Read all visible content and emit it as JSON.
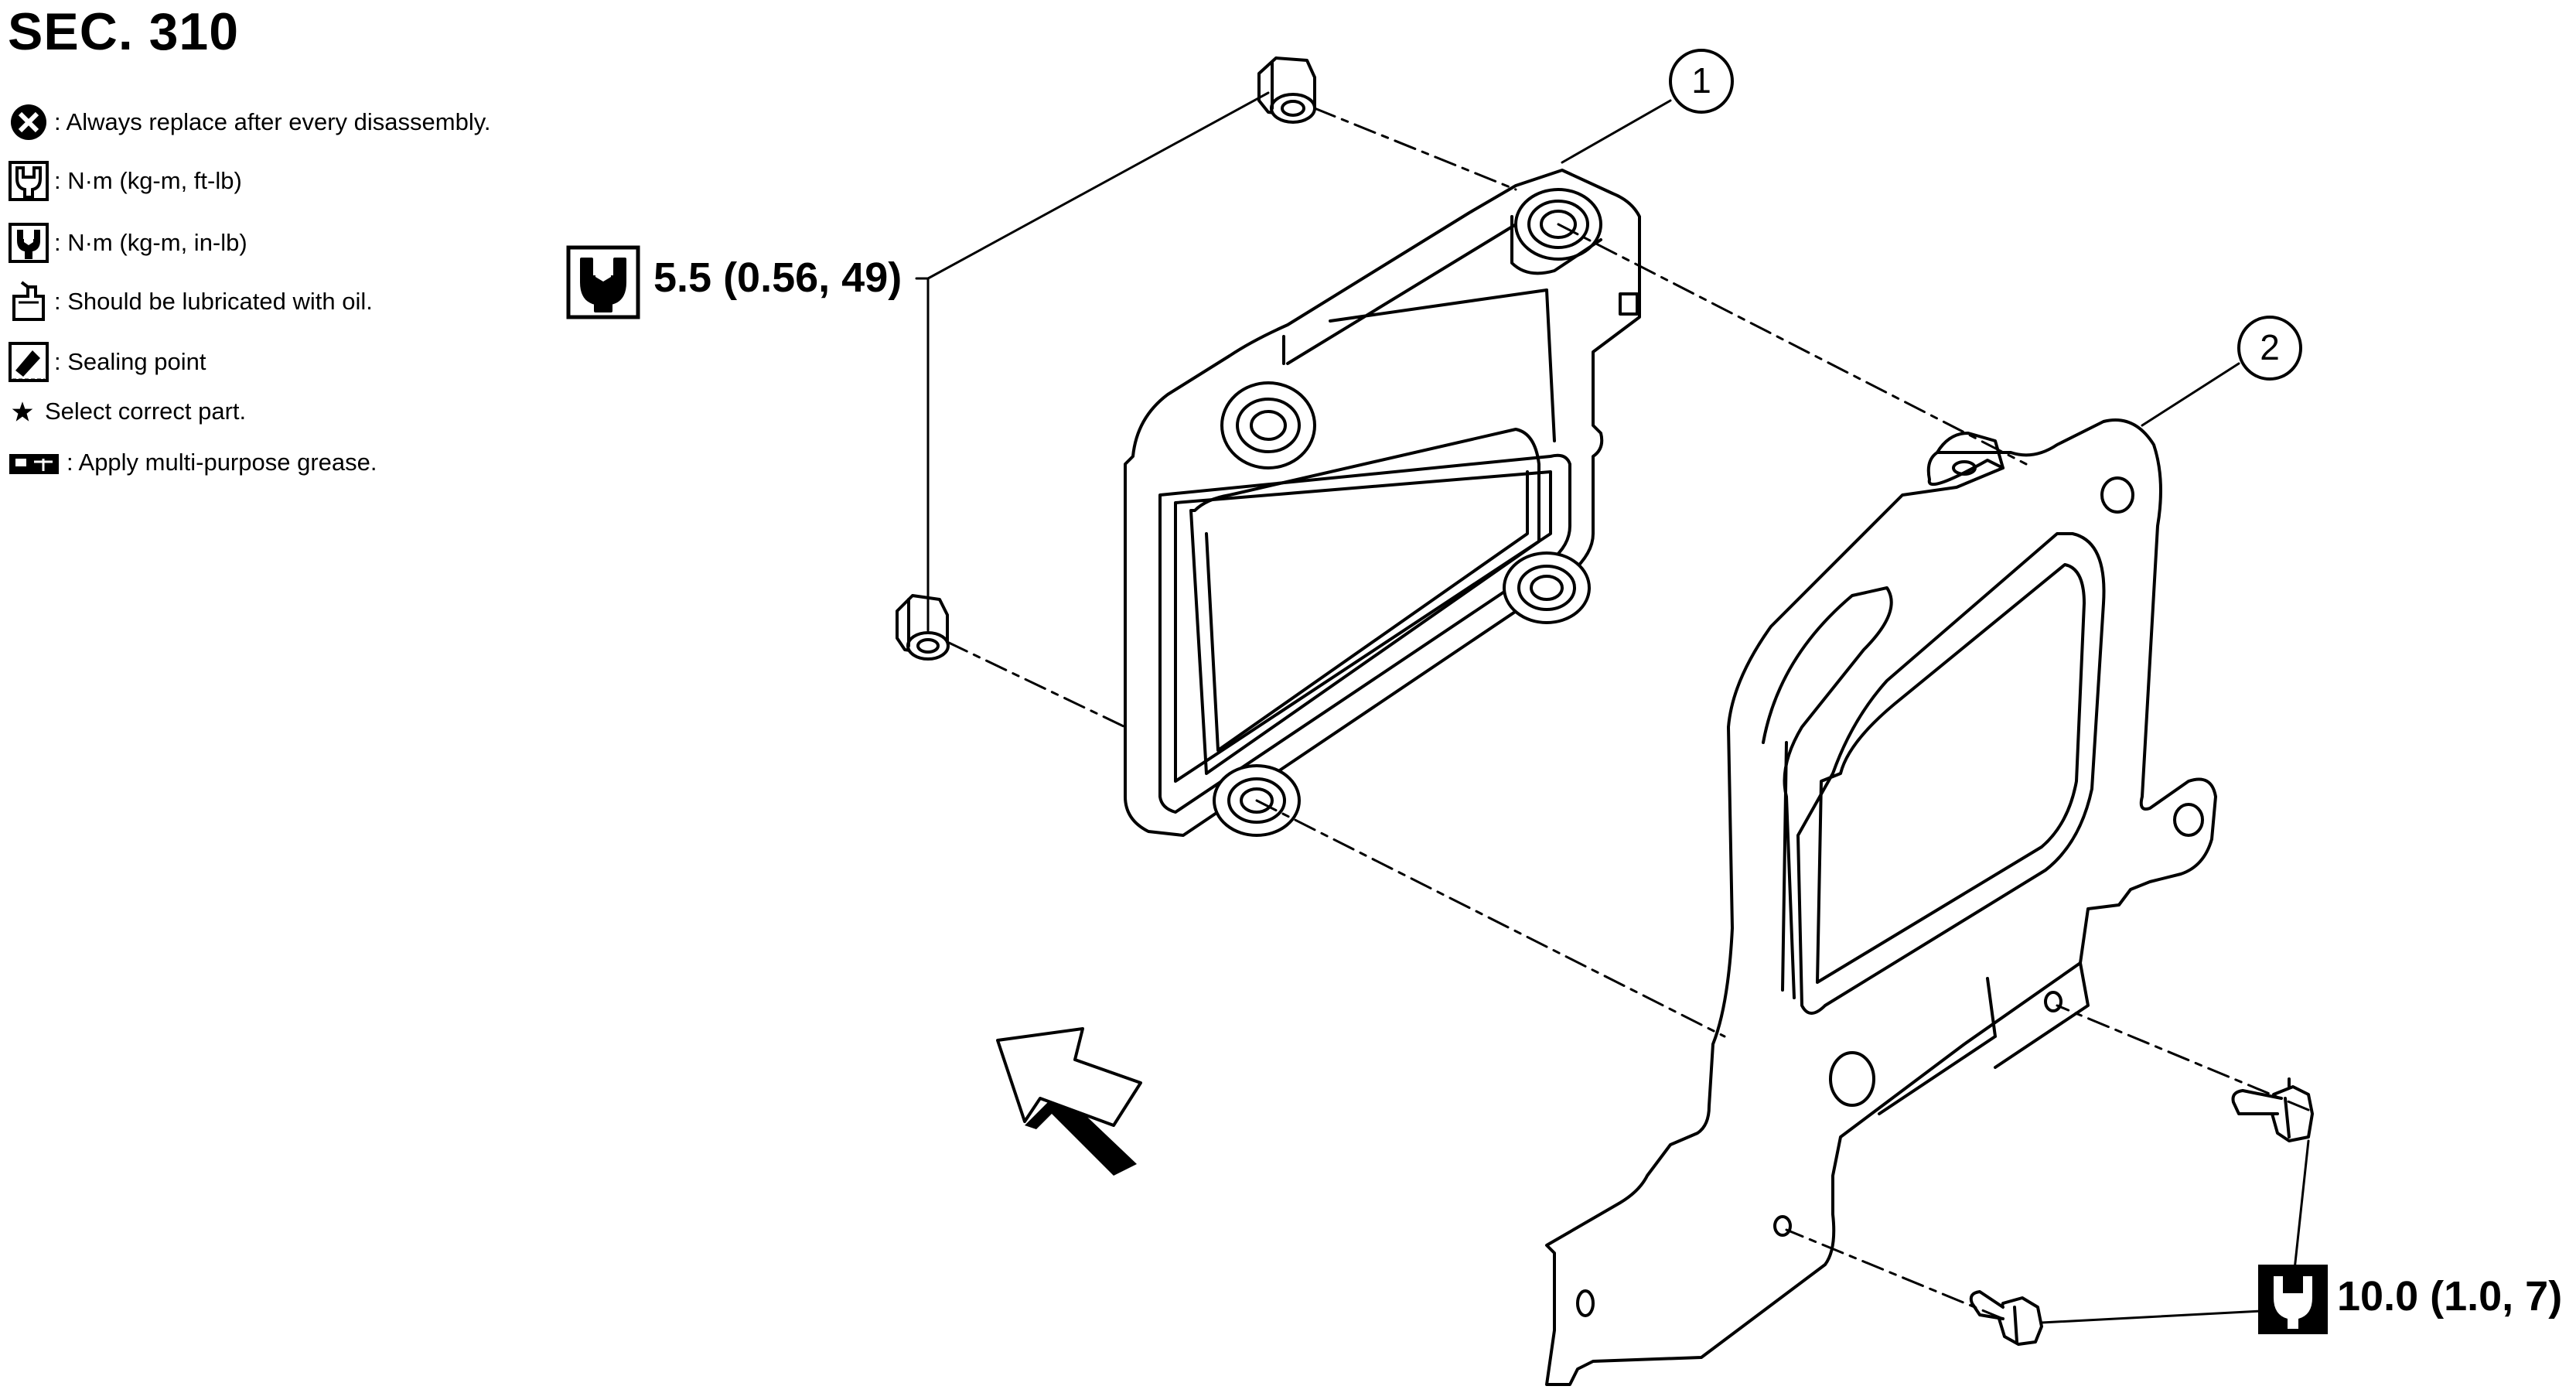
{
  "section": {
    "title": "SEC. 310"
  },
  "legend": [
    {
      "icon": "always-replace-icon",
      "text": ": Always replace after every disassembly."
    },
    {
      "icon": "torque-ft-lb-icon",
      "text": ": N·m (kg-m, ft-lb)"
    },
    {
      "icon": "torque-in-lb-icon",
      "text": ": N·m (kg-m, in-lb)"
    },
    {
      "icon": "oil-can-icon",
      "text": ": Should be lubricated with oil."
    },
    {
      "icon": "sealing-point-icon",
      "text": ": Sealing point"
    },
    {
      "icon": "star-icon",
      "text": "Select correct part."
    },
    {
      "icon": "grease-icon",
      "text": ": Apply multi-purpose grease."
    }
  ],
  "callouts": {
    "part1": "1",
    "part2": "2"
  },
  "torque_specs": {
    "nuts": "5.5 (0.56, 49)",
    "bolts": "10.0 (1.0, 7)"
  },
  "icons": {
    "front_arrow": "front-direction-arrow-icon",
    "nut_torque": "torque-in-lb-icon",
    "bolt_torque": "torque-ft-lb-icon"
  }
}
